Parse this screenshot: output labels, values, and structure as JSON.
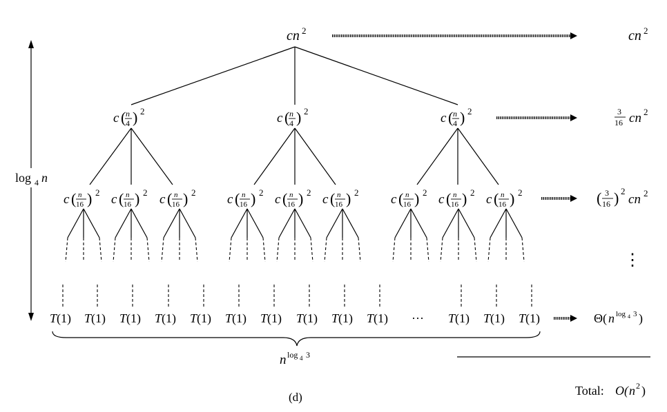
{
  "caption": "(d)",
  "root": {
    "c": "c",
    "n": "n",
    "exp": "2"
  },
  "level1": {
    "c": "c",
    "num": "n",
    "den": "4",
    "exp": "2"
  },
  "level2": {
    "c": "c",
    "num": "n",
    "den": "16",
    "exp": "2"
  },
  "leaf": {
    "T": "T",
    "arg": "(1)"
  },
  "leaf_ellipsis": "···",
  "height_label": {
    "log": "log",
    "base": "4",
    "n": "n"
  },
  "leaf_count": {
    "n": "n",
    "log": "log",
    "base": "4",
    "arg": "3"
  },
  "row_costs": {
    "r0": {
      "c": "c",
      "n": "n",
      "exp": "2"
    },
    "r1": {
      "num": "3",
      "den": "16",
      "c": "c",
      "n": "n",
      "exp": "2"
    },
    "r2": {
      "num": "3",
      "den": "16",
      "exp": "2",
      "c": "c",
      "n": "n",
      "exp2": "2"
    },
    "vdots": "⋮",
    "r_leaf": {
      "theta": "Θ(",
      "n": "n",
      "log": "log",
      "base": "4",
      "arg": "3",
      "close": ")"
    }
  },
  "total": {
    "label": "Total:",
    "O": "O(",
    "n": "n",
    "exp": "2",
    "close": ")"
  }
}
